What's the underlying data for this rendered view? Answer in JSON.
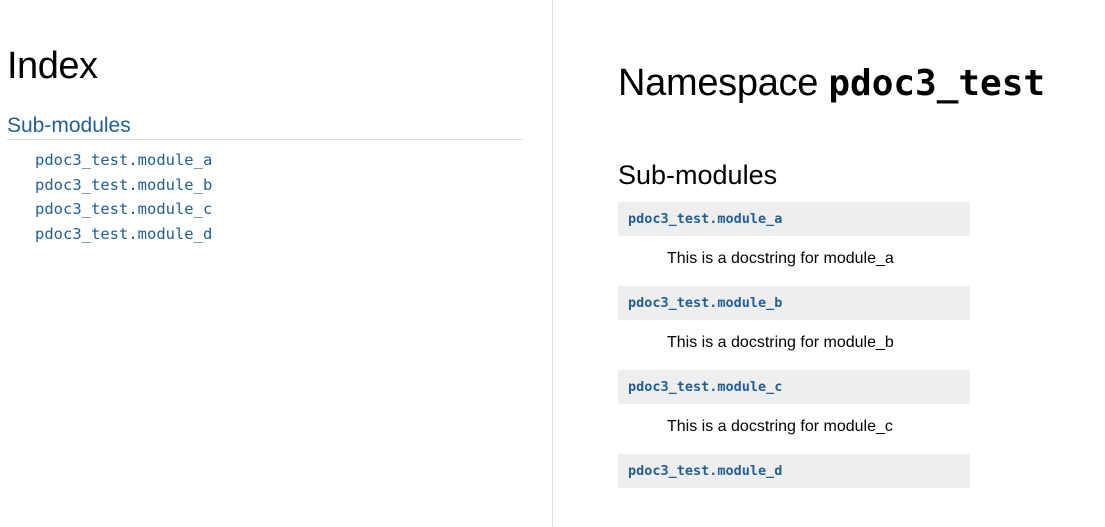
{
  "sidebar": {
    "index_title": "Index",
    "section_title": "Sub-modules",
    "items": [
      {
        "label": "pdoc3_test.module_a"
      },
      {
        "label": "pdoc3_test.module_b"
      },
      {
        "label": "pdoc3_test.module_c"
      },
      {
        "label": "pdoc3_test.module_d"
      }
    ]
  },
  "main": {
    "title_prefix": "Namespace",
    "title_name": "pdoc3_test",
    "section_title": "Sub-modules",
    "modules": [
      {
        "name": "pdoc3_test.module_a",
        "doc": "This is a docstring for module_a"
      },
      {
        "name": "pdoc3_test.module_b",
        "doc": "This is a docstring for module_b"
      },
      {
        "name": "pdoc3_test.module_c",
        "doc": "This is a docstring for module_c"
      },
      {
        "name": "pdoc3_test.module_d",
        "doc": ""
      }
    ]
  },
  "colors": {
    "link": "#1f5f96",
    "header_bg": "#eeeeee",
    "divider": "#dddddd"
  }
}
